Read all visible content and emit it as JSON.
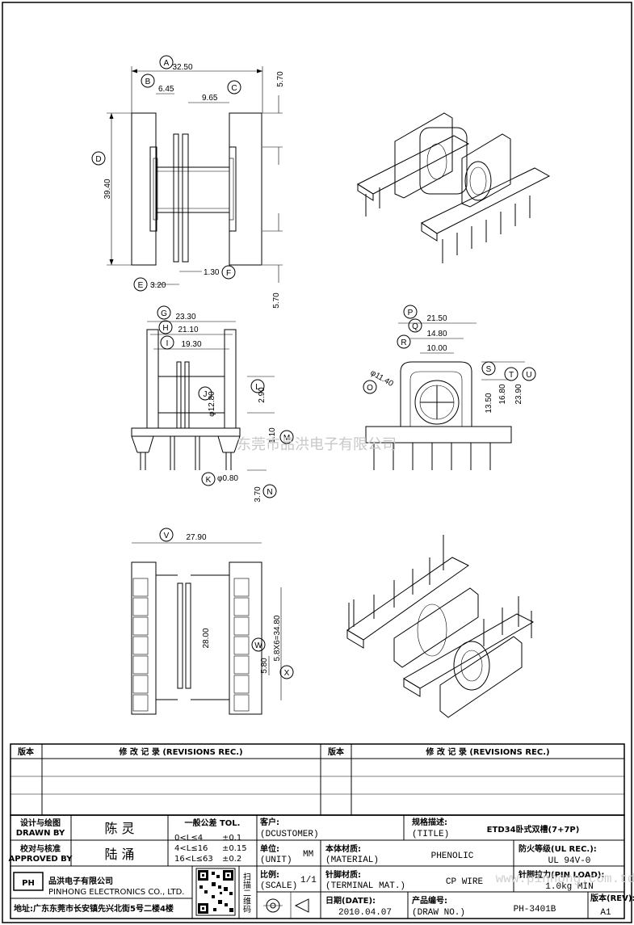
{
  "views": {
    "top": {
      "dims": {
        "A": "32.50",
        "B": "6.45",
        "C": "9.65",
        "D": "39.40",
        "E": "3.20",
        "F": "1.30",
        "top_gap": "5.70",
        "bottom_gap": "5.70"
      },
      "balloons": [
        "A",
        "B",
        "C",
        "D",
        "E",
        "F"
      ]
    },
    "front": {
      "dims": {
        "G": "23.30",
        "H": "21.10",
        "I": "19.30",
        "J": "φ12.80",
        "L": "2.90",
        "M": "1.10",
        "K": "φ0.80",
        "N": "3.70"
      },
      "balloons": [
        "G",
        "H",
        "I",
        "J",
        "K",
        "L",
        "M",
        "N"
      ]
    },
    "side": {
      "dims": {
        "P": "21.50",
        "Q": "14.80",
        "R": "10.00",
        "O": "φ11.40",
        "S": "13.50",
        "T": "16.80",
        "U": "23.90"
      },
      "balloons": [
        "P",
        "Q",
        "R",
        "O",
        "S",
        "T",
        "U"
      ]
    },
    "bottom": {
      "dims": {
        "V": "27.90",
        "body": "28.00",
        "W": "5.80",
        "X": "5.8X6=34.80"
      },
      "balloons": [
        "V",
        "W",
        "X"
      ]
    }
  },
  "watermark": {
    "cn": "东莞市品洪电子有限公司",
    "url": "www.pinhong.com.td"
  },
  "revisions": {
    "col1": "版本",
    "col2": "修 改 记 录 (REVISIONS REC.)",
    "col3": "版本",
    "col4": "修 改 记 录 (REVISIONS REC.)"
  },
  "title_block": {
    "design_label_cn": "设计与绘图",
    "design_label_en": "DRAWN BY",
    "design_name": "陈 灵",
    "check_label_cn": "校对与核准",
    "check_label_en": "APPROVED BY",
    "check_name": "陆 涌",
    "tol_title": "一般公差 TOL.",
    "tol_rows": [
      [
        "0<L≤4",
        "±0.1"
      ],
      [
        "4<L≤16",
        "±0.15"
      ],
      [
        "16<L≤63",
        "±0.2"
      ]
    ],
    "customer_label": "客户:",
    "customer_value": "(DCUSTOMER)",
    "title_label_cn": "规格描述:",
    "title_label_en": "(TITLE)",
    "title_value": "ETD34卧式双槽(7+7P)",
    "unit_label_cn": "单位:",
    "unit_label_en": "(UNIT)",
    "unit_value": "MM",
    "material_label_cn": "本体材质:",
    "material_label_en": "(MATERIAL)",
    "material_value": "PHENOLIC",
    "fire_label_cn": "防火等级(UL REC.):",
    "fire_value": "UL 94V-0",
    "scale_label_cn": "比例:",
    "scale_label_en": "(SCALE)",
    "scale_value": "1/1",
    "terminal_label_cn": "针脚材质:",
    "terminal_label_en": "(TERMINAL MAT.)",
    "terminal_value": "CP WIRE",
    "pinload_label": "针脚拉力(PIN LOAD):",
    "pinload_value": "1.0kg MIN",
    "company_logo": "PH",
    "company_cn": "品洪电子有限公司",
    "company_en": "PINHONG ELECTRONICS CO., LTD.",
    "address": "地址:广东东莞市长安镇先兴北街5号二楼4楼",
    "qr_side": "扫描二维码",
    "date_label_cn": "日期(DATE):",
    "date_value": "2010.04.07",
    "drawno_label_cn": "产品编号:",
    "drawno_label_en": "(DRAW NO.)",
    "drawno_value": "PH-3401B",
    "rev_label": "版本(REV):",
    "rev_value": "A1"
  }
}
